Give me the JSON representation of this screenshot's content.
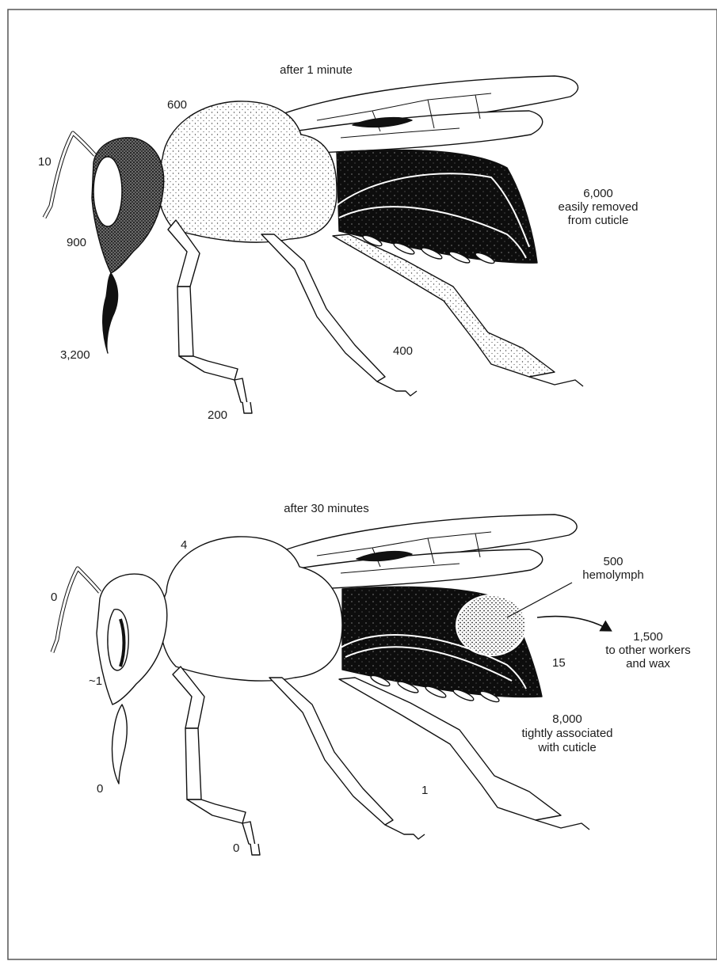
{
  "panels": [
    {
      "title": "after 1 minute",
      "labels": {
        "antenna": "10",
        "head": "900",
        "tongue": "3,200",
        "thorax": "600",
        "front_leg": "200",
        "hind_leg": "400",
        "abdomen_value": "6,000",
        "abdomen_note_1": "easily removed",
        "abdomen_note_2": "from cuticle"
      }
    },
    {
      "title": "after 30 minutes",
      "labels": {
        "antenna": "0",
        "head": "~1",
        "tongue": "0",
        "thorax": "4",
        "front_leg": "0",
        "hind_leg": "1",
        "hemolymph_value": "500",
        "hemolymph_label": "hemolymph",
        "other_workers_value": "1,500",
        "other_workers_1": "to other workers",
        "other_workers_2": "and wax",
        "abdomen_tip": "15",
        "cuticle_value": "8,000",
        "cuticle_1": "tightly associated",
        "cuticle_2": "with cuticle"
      }
    }
  ],
  "colors": {
    "ink": "#111111",
    "paper": "#ffffff",
    "border": "#555555"
  }
}
